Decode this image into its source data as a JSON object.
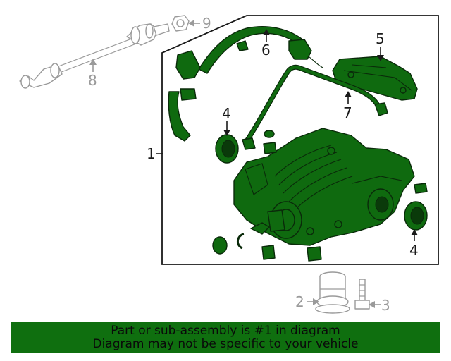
{
  "callouts": {
    "c1": "1",
    "c2": "2",
    "c3": "3",
    "c4a": "4",
    "c4b": "4",
    "c5": "5",
    "c6": "6",
    "c7": "7",
    "c8": "8",
    "c9": "9"
  },
  "banner": {
    "line1": "Part or sub-assembly is #1 in diagram",
    "line2": "Diagram may not be specific to your vehicle"
  },
  "colors": {
    "highlight": "#0f6a0f",
    "banner": "#0f6f0f",
    "outline": "#1a1a1a",
    "grey": "#9a9a9a"
  }
}
